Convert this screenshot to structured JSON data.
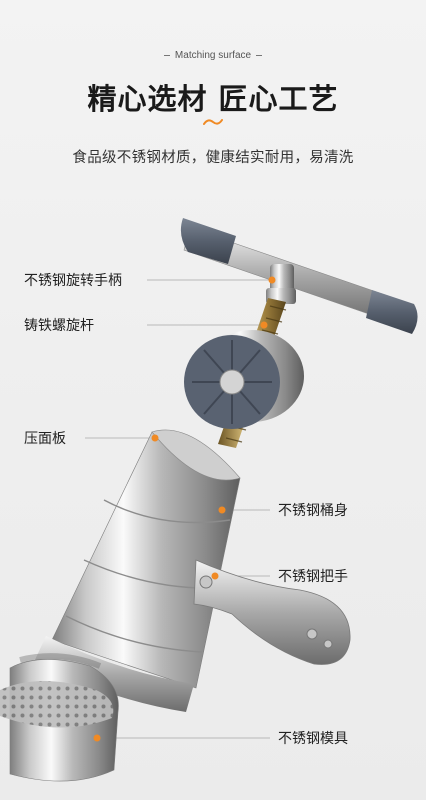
{
  "header": {
    "eyebrow": "Matching surface",
    "title": "精心选材 匠心工艺",
    "subtitle": "食品级不锈钢材质，健康结实耐用，易清洗"
  },
  "callouts": [
    {
      "label": "不锈钢旋转手柄"
    },
    {
      "label": "铸铁螺旋杆"
    },
    {
      "label": "压面板"
    },
    {
      "label": "不锈钢桶身"
    },
    {
      "label": "不锈钢把手"
    },
    {
      "label": "不锈钢模具"
    }
  ],
  "colors": {
    "accent": "#f08a24",
    "line": "#b9b9b9"
  }
}
